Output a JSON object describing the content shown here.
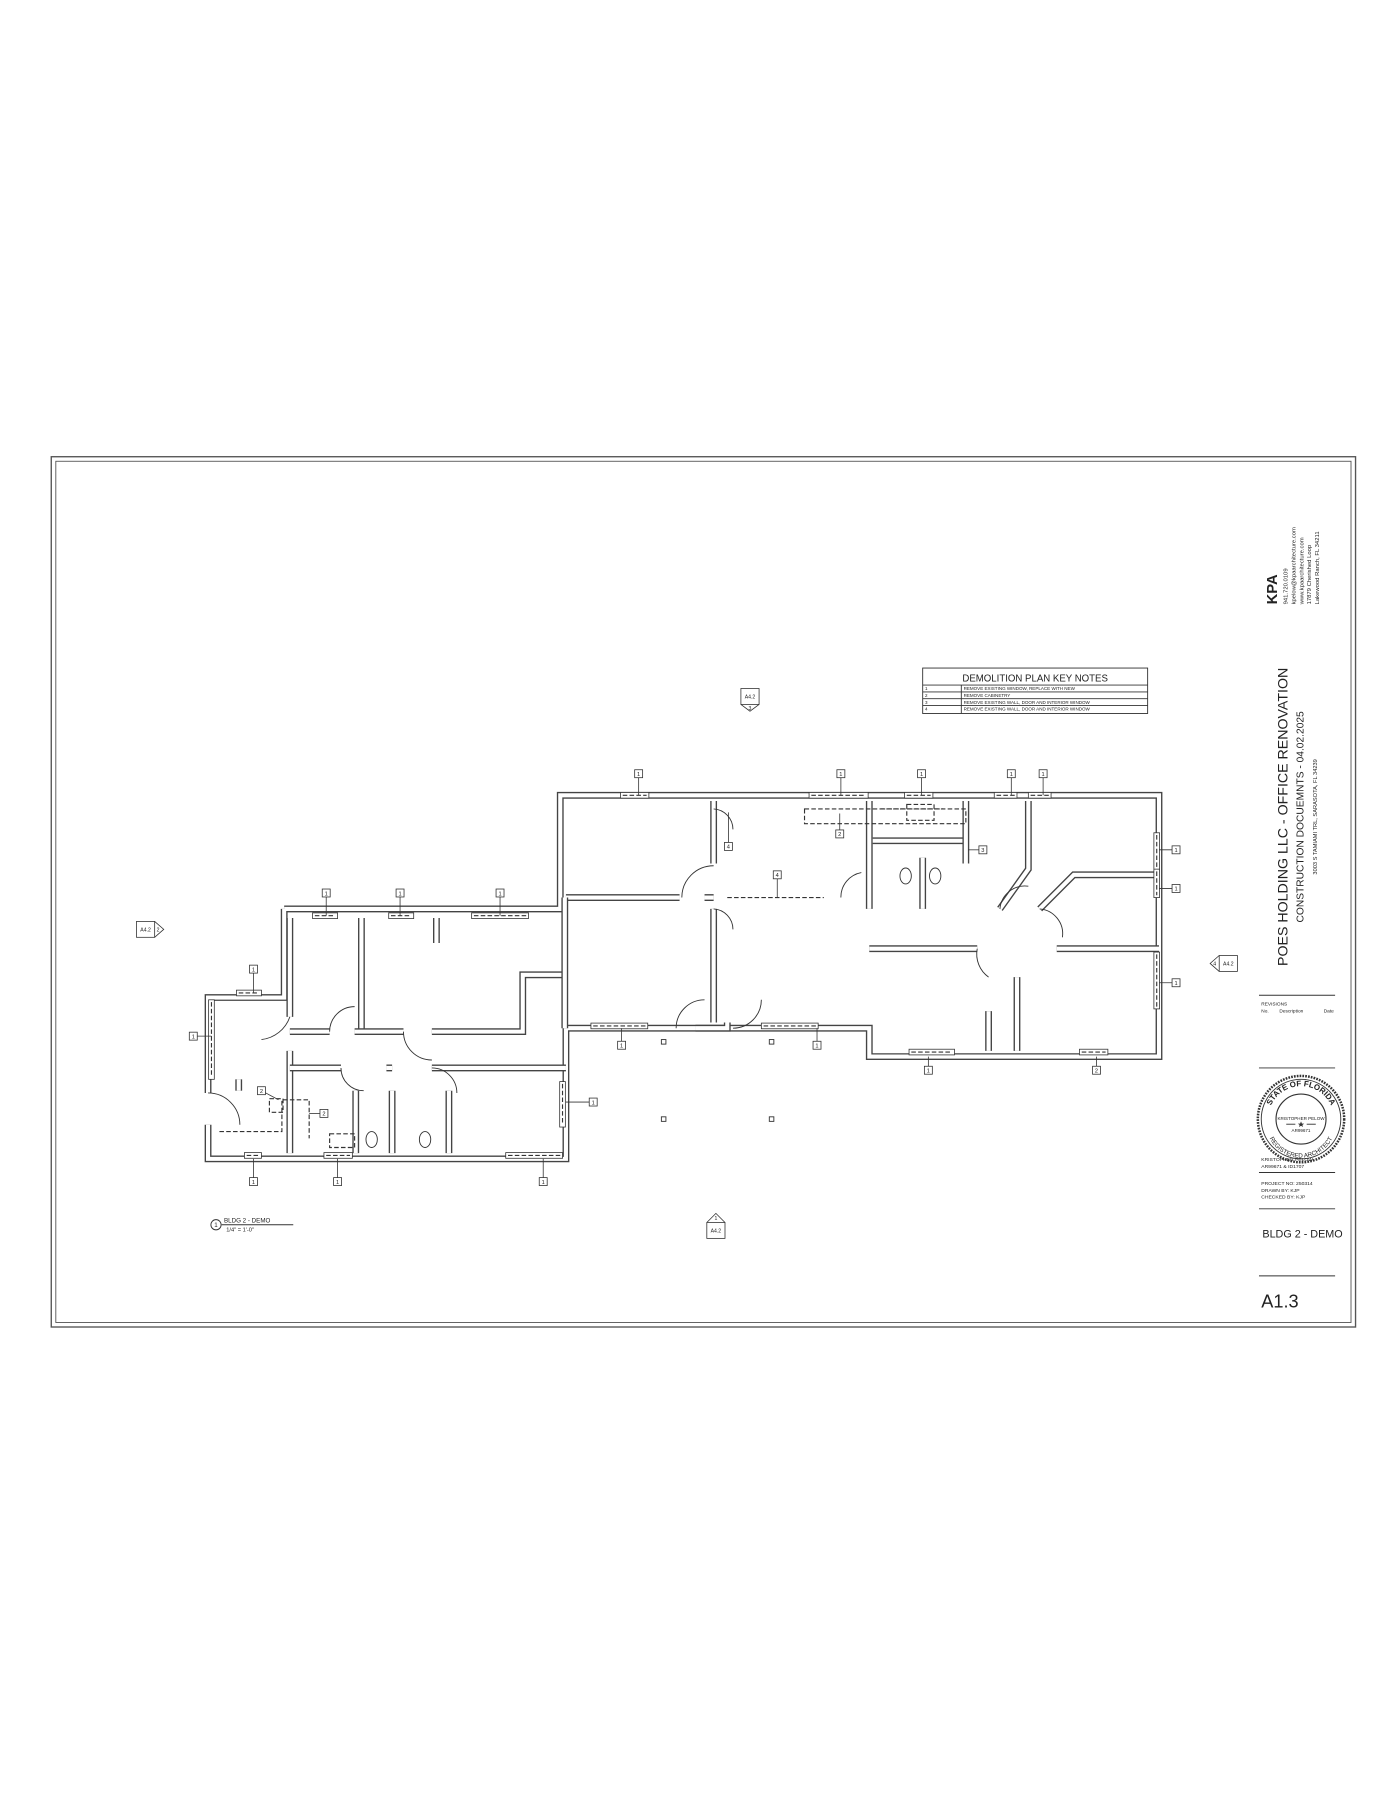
{
  "sheet": {
    "firm": {
      "name": "KPA",
      "phone": "941.720.0109",
      "email": "kpelow@kpaarchitecture.com",
      "website": "www.kpaarchitecture.com",
      "street": "17879 Cherished Loop",
      "city": "Lakewood Ranch, FL 34211"
    },
    "project_title": "POES HOLDING LLC -  OFFICE RENOVATION",
    "phase": "CONSTRUCTION DOCUEMNTS -  04.02.2025",
    "address": "3003 S TAMIAMI TRL, SARASOTA, FL 34239",
    "revisions": {
      "title": "REVISIONS",
      "col_no": "No.",
      "col_desc": "Description",
      "col_date": "Date"
    },
    "stamp": {
      "state": "STATE OF FLORIDA",
      "name": "KRISTOPHER PELOW",
      "number": "AR99671",
      "type": "REGISTERED ARCHITECT"
    },
    "architect": {
      "name": "KRISTOPHER PELOW",
      "license": "AR99671 & ID1707"
    },
    "project_no": "PROJECT NO: 250314",
    "drawn_by": "DRAWN BY: KJP",
    "checked_by": "CHECKED BY: KJP",
    "sheet_title": "BLDG 2 - DEMO",
    "sheet_number": "A1.3"
  },
  "key_notes": {
    "title": "DEMOLITION PLAN KEY NOTES",
    "rows": [
      {
        "no": "1",
        "text": "REMOVE EXISTING WINDOW, REPLACE WITH NEW"
      },
      {
        "no": "2",
        "text": "REMOVE CABINETRY"
      },
      {
        "no": "3",
        "text": "REMOVE EXISTING WALL, DOOR AND INTERIOR WINDOW"
      },
      {
        "no": "4",
        "text": "REMOVE EXISTING WALL, DOOR AND INTERIOR WINDOW"
      }
    ]
  },
  "view_label": {
    "number": "1",
    "title": "BLDG 2 - DEMO",
    "scale": "1/4\" = 1'-0\""
  },
  "section_markers": [
    {
      "sheet": "A4.2",
      "number": "3"
    },
    {
      "sheet": "A4.2",
      "number": "2"
    },
    {
      "sheet": "A4.2",
      "number": "4"
    },
    {
      "sheet": "A4.2",
      "number": "1"
    }
  ],
  "tags": [
    "1",
    "1",
    "1",
    "1",
    "1",
    "1",
    "1",
    "1",
    "1",
    "1",
    "1",
    "1",
    "1",
    "1",
    "1",
    "1",
    "1",
    "1",
    "1",
    "1",
    "2",
    "2",
    "2",
    "2",
    "3",
    "4",
    "4"
  ]
}
